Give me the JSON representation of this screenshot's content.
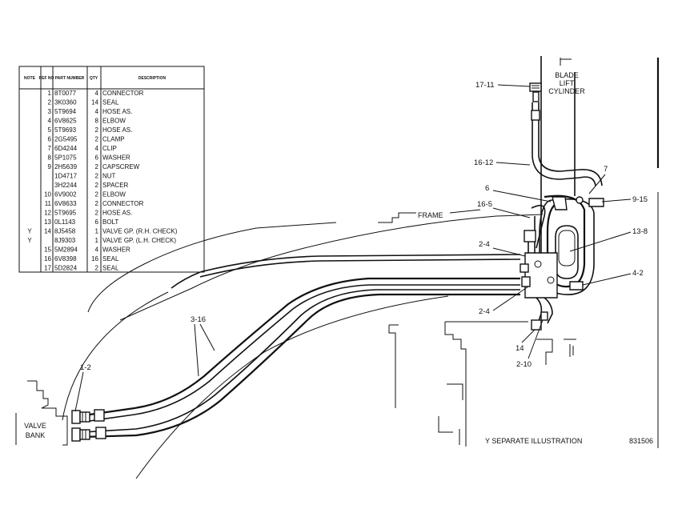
{
  "parts_table": {
    "headers": {
      "note": "NOTE",
      "ref_no": "REF NO",
      "part_number": "PART NUMBER",
      "qty": "QTY",
      "description": "DESCRIPTION"
    },
    "rows": [
      {
        "note": "",
        "ref": "1",
        "part": "8T0077",
        "qty": "4",
        "desc": "CONNECTOR"
      },
      {
        "note": "",
        "ref": "2",
        "part": "3K0360",
        "qty": "14",
        "desc": "SEAL"
      },
      {
        "note": "",
        "ref": "3",
        "part": "5T9694",
        "qty": "4",
        "desc": "HOSE AS."
      },
      {
        "note": "",
        "ref": "4",
        "part": "6V8625",
        "qty": "8",
        "desc": "ELBOW"
      },
      {
        "note": "",
        "ref": "5",
        "part": "5T9693",
        "qty": "2",
        "desc": "HOSE AS."
      },
      {
        "note": "",
        "ref": "6",
        "part": "2G5495",
        "qty": "2",
        "desc": "CLAMP"
      },
      {
        "note": "",
        "ref": "7",
        "part": "6D4244",
        "qty": "4",
        "desc": "CLIP"
      },
      {
        "note": "",
        "ref": "8",
        "part": "5P1075",
        "qty": "6",
        "desc": "WASHER"
      },
      {
        "note": "",
        "ref": "9",
        "part": "2H5639",
        "qty": "2",
        "desc": "CAPSCREW"
      },
      {
        "note": "",
        "ref": "",
        "part": "1D4717",
        "qty": "2",
        "desc": "NUT"
      },
      {
        "note": "",
        "ref": "",
        "part": "3H2244",
        "qty": "2",
        "desc": "SPACER"
      },
      {
        "note": "",
        "ref": "10",
        "part": "6V9002",
        "qty": "2",
        "desc": "ELBOW"
      },
      {
        "note": "",
        "ref": "11",
        "part": "6V8633",
        "qty": "2",
        "desc": "CONNECTOR"
      },
      {
        "note": "",
        "ref": "12",
        "part": "5T9695",
        "qty": "2",
        "desc": "HOSE AS."
      },
      {
        "note": "",
        "ref": "13",
        "part": "0L1143",
        "qty": "6",
        "desc": "BOLT"
      },
      {
        "note": "Y",
        "ref": "14",
        "part": "8J5458",
        "qty": "1",
        "desc": "VALVE GP. (R.H. CHECK)"
      },
      {
        "note": "Y",
        "ref": "",
        "part": "8J9303",
        "qty": "1",
        "desc": "VALVE GP. (L.H. CHECK)"
      },
      {
        "note": "",
        "ref": "15",
        "part": "5M2894",
        "qty": "4",
        "desc": "WASHER"
      },
      {
        "note": "",
        "ref": "16",
        "part": "6V8398",
        "qty": "16",
        "desc": "SEAL"
      },
      {
        "note": "",
        "ref": "17",
        "part": "5D2824",
        "qty": "2",
        "desc": "SEAL"
      }
    ]
  },
  "labels": {
    "blade_lift_line1": "BLADE",
    "blade_lift_line2": "LIFT",
    "blade_lift_line3": "CYLINDER",
    "frame": "FRAME",
    "valve_bank_line1": "VALVE",
    "valve_bank_line2": "BANK",
    "separate_illustration": "Y  SEPARATE ILLUSTRATION",
    "illustration_number": "831506"
  },
  "callouts": [
    {
      "id": "17-11",
      "text": "17-11"
    },
    {
      "id": "16-12",
      "text": "16-12"
    },
    {
      "id": "7",
      "text": "7"
    },
    {
      "id": "6",
      "text": "6"
    },
    {
      "id": "16-5",
      "text": "16-5"
    },
    {
      "id": "9-15",
      "text": "9-15"
    },
    {
      "id": "13-8",
      "text": "13-8"
    },
    {
      "id": "2-4a",
      "text": "2-4"
    },
    {
      "id": "4-2",
      "text": "4-2"
    },
    {
      "id": "2-4b",
      "text": "2-4"
    },
    {
      "id": "14",
      "text": "14"
    },
    {
      "id": "2-10",
      "text": "2-10"
    },
    {
      "id": "3-16",
      "text": "3-16"
    },
    {
      "id": "1-2",
      "text": "1-2"
    }
  ]
}
